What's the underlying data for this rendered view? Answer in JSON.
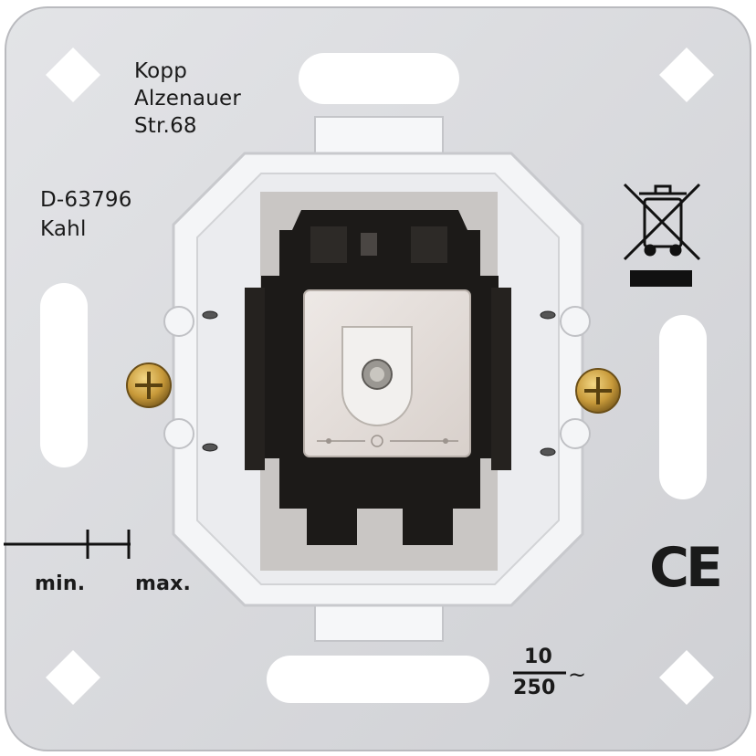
{
  "address": {
    "line1": "Kopp",
    "line2": "Alzenauer",
    "line3": "Str.68",
    "line4": "D-63796",
    "line5": "Kahl"
  },
  "scale": {
    "min_label": "min.",
    "max_label": "max."
  },
  "rating": {
    "current": "10",
    "voltage": "250",
    "ac_symbol": "~"
  },
  "marks": {
    "ce_text": "CE",
    "weee_icon": "crossed-out-wheelie-bin-icon"
  },
  "colors": {
    "plate": "#dcdde0",
    "frame": "#f4f5f7",
    "mechanism": "#1c1a18",
    "insert": "#e6e0dc",
    "screw": "#c89a3a"
  }
}
